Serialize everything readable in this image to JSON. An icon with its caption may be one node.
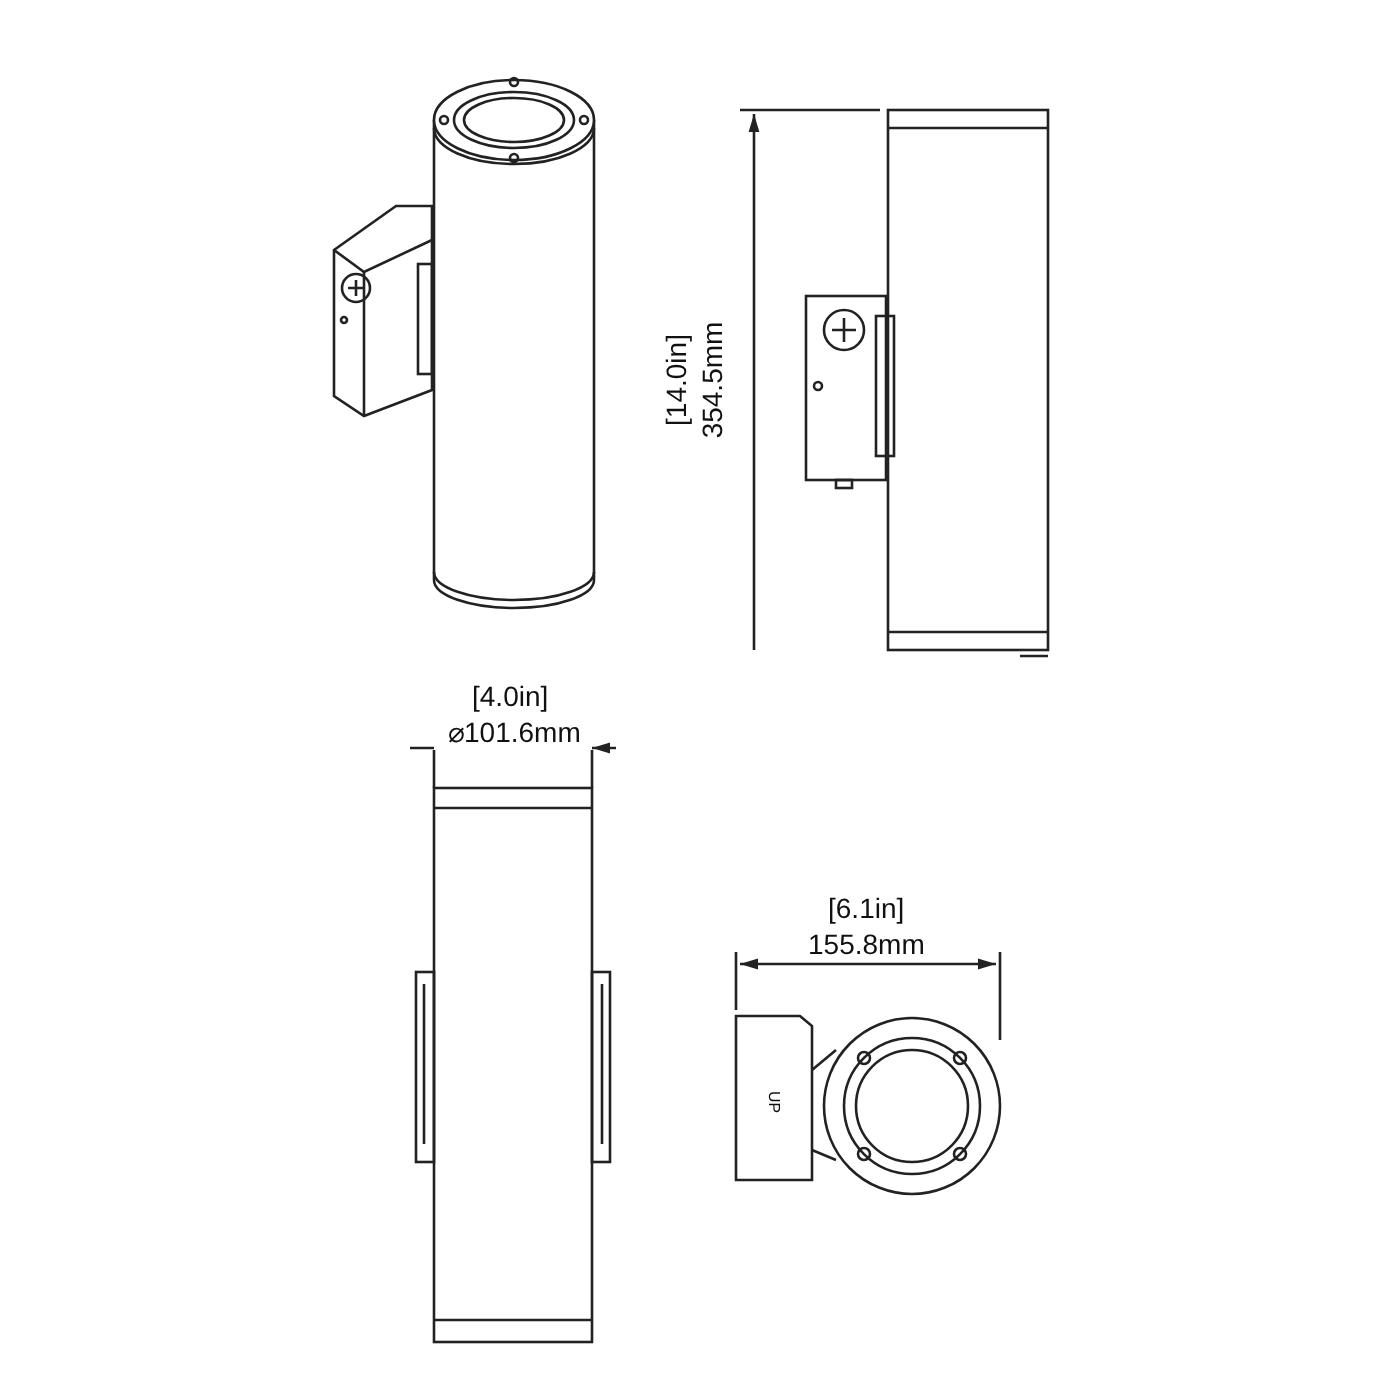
{
  "diagram": {
    "labels": [
      "[14.0in]",
      "354.5mm",
      "[4.0in]",
      "⌀101.6mm",
      "[6.1in]",
      "155.8mm",
      "UP"
    ]
  }
}
